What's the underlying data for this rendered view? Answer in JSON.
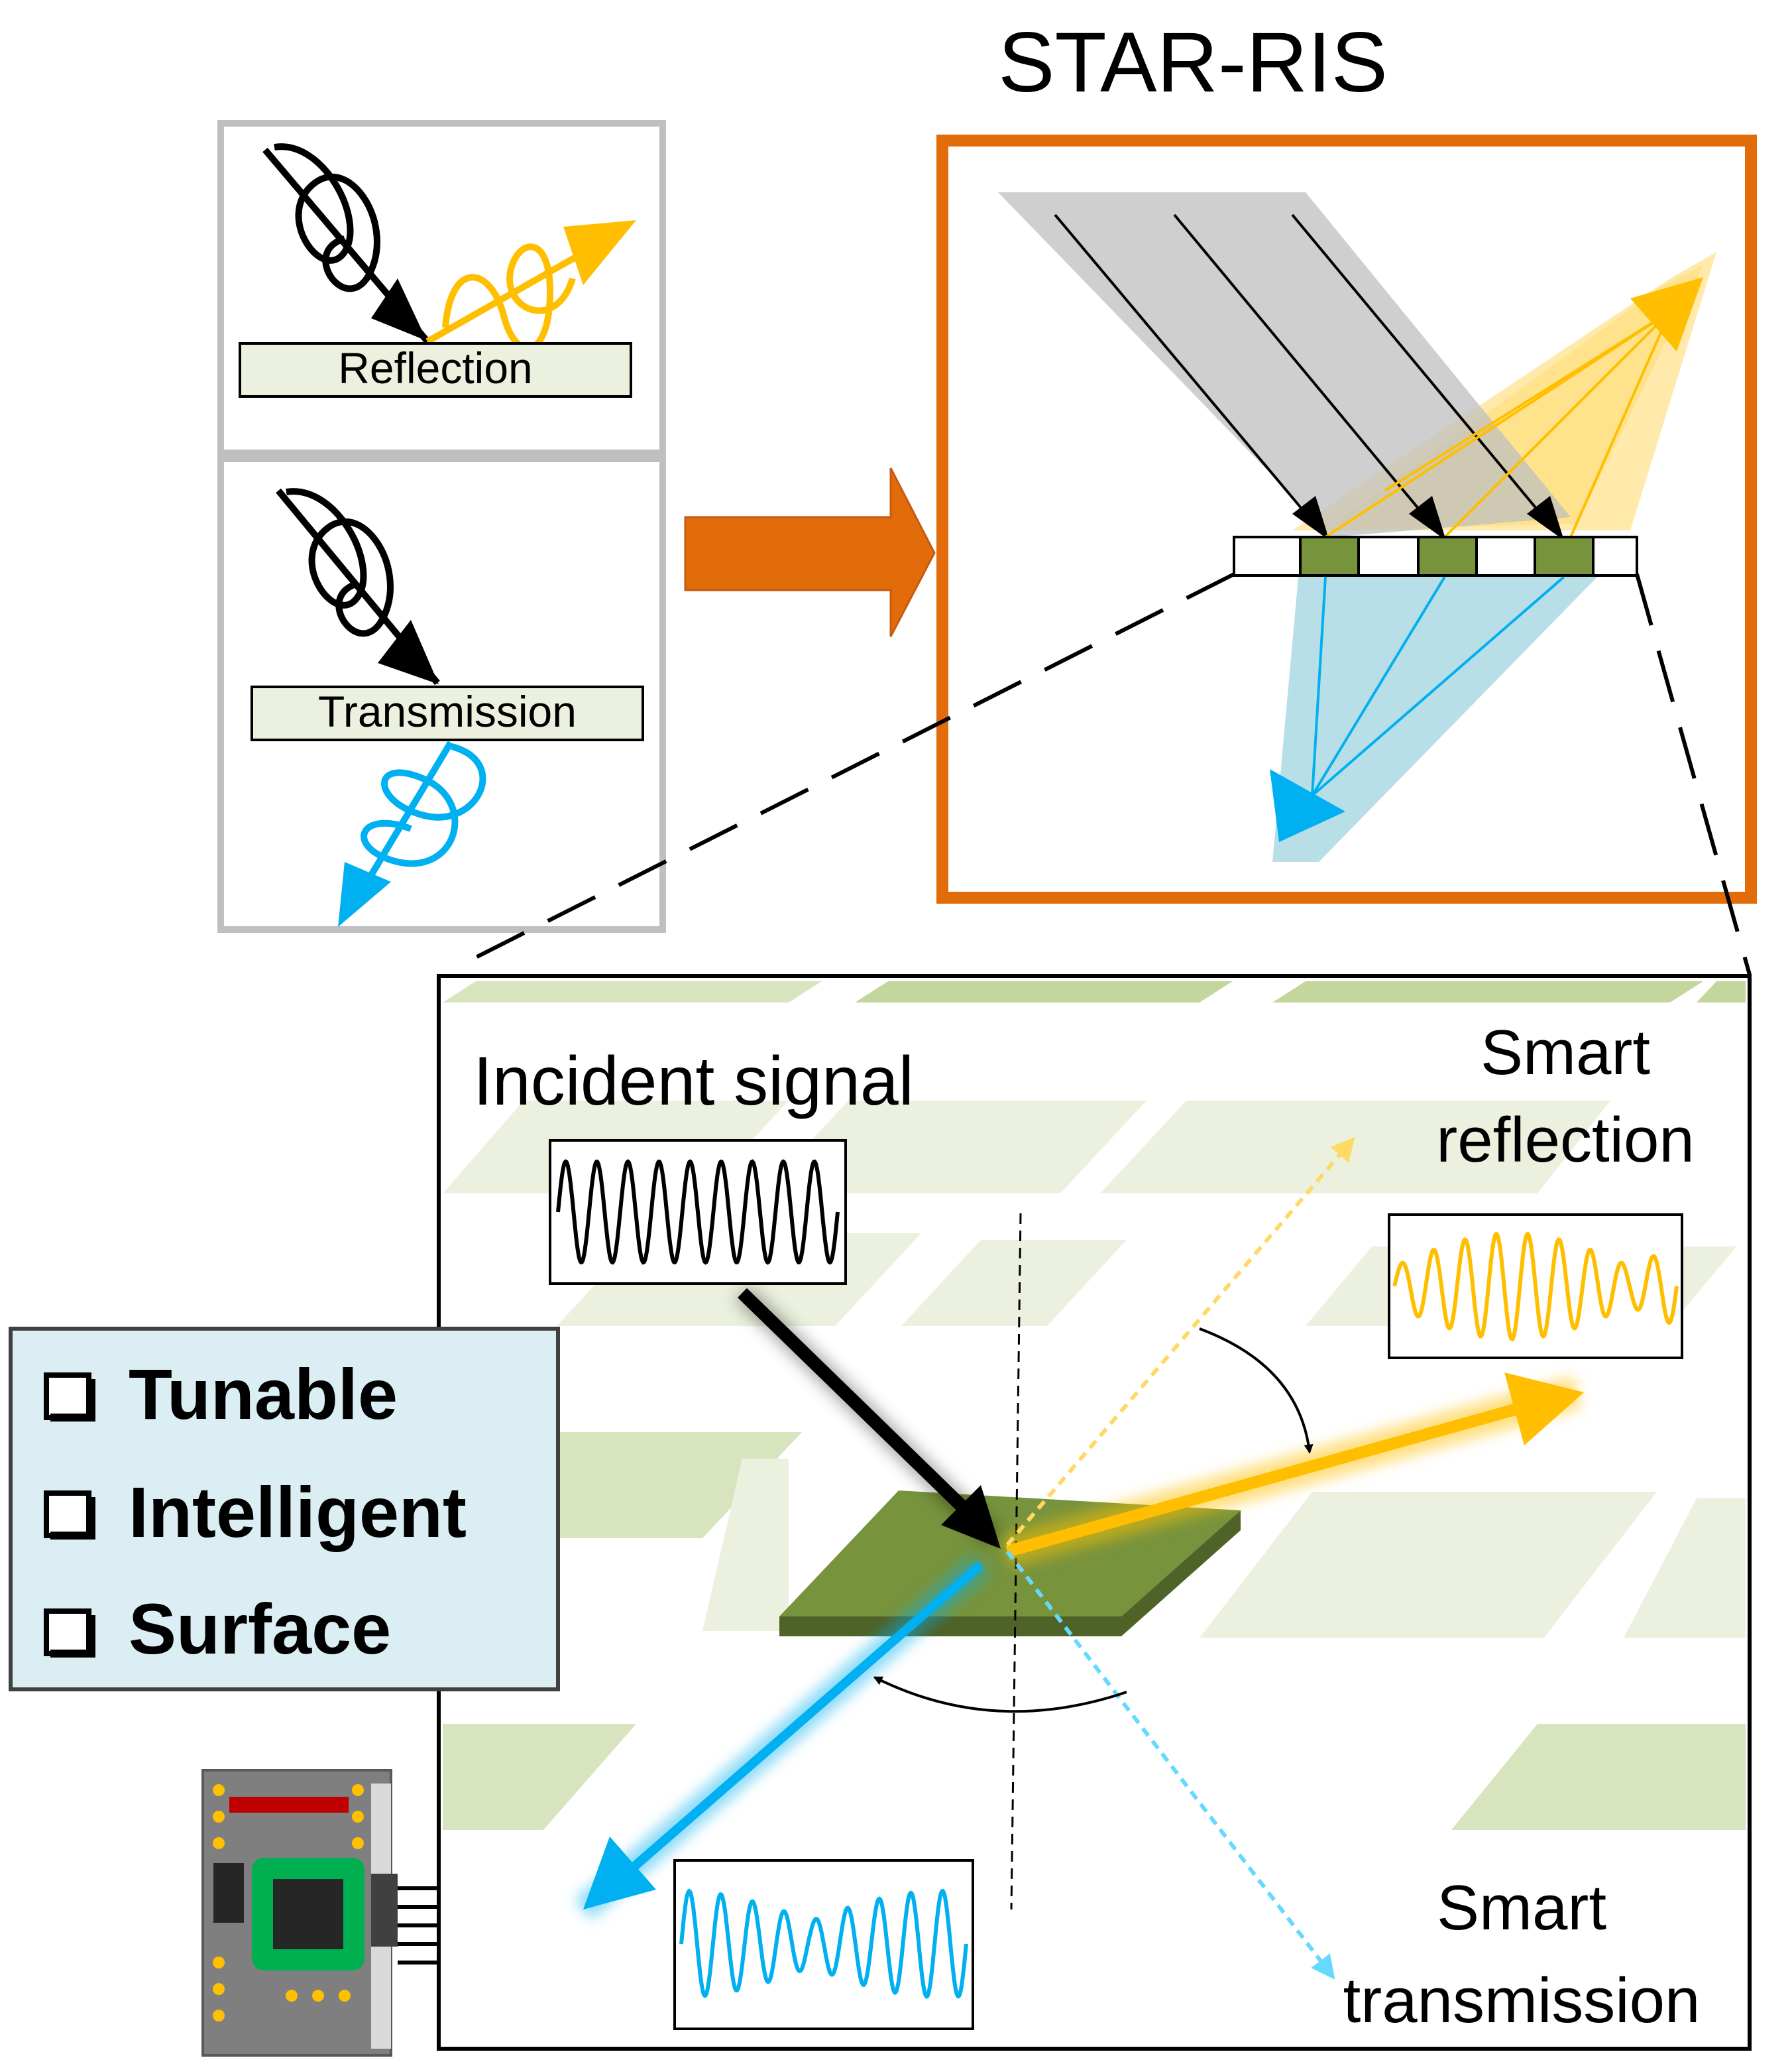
{
  "title": "STAR-RIS",
  "left_panels": {
    "reflection_label": "Reflection",
    "transmission_label": "Transmission"
  },
  "bottom": {
    "incident_label": "Incident signal",
    "smart_reflection_line1": "Smart",
    "smart_reflection_line2": "reflection",
    "smart_transmission_line1": "Smart",
    "smart_transmission_line2": "transmission"
  },
  "checklist": {
    "items": [
      "Tunable",
      "Intelligent",
      "Surface"
    ]
  },
  "colors": {
    "orange": "#e36c0a",
    "reflect_yellow": "#ffbf00",
    "transmit_blue": "#00b0f0",
    "element_green": "#77933c",
    "panel_bg": "#daeef3",
    "label_bg": "#ebf1de"
  }
}
